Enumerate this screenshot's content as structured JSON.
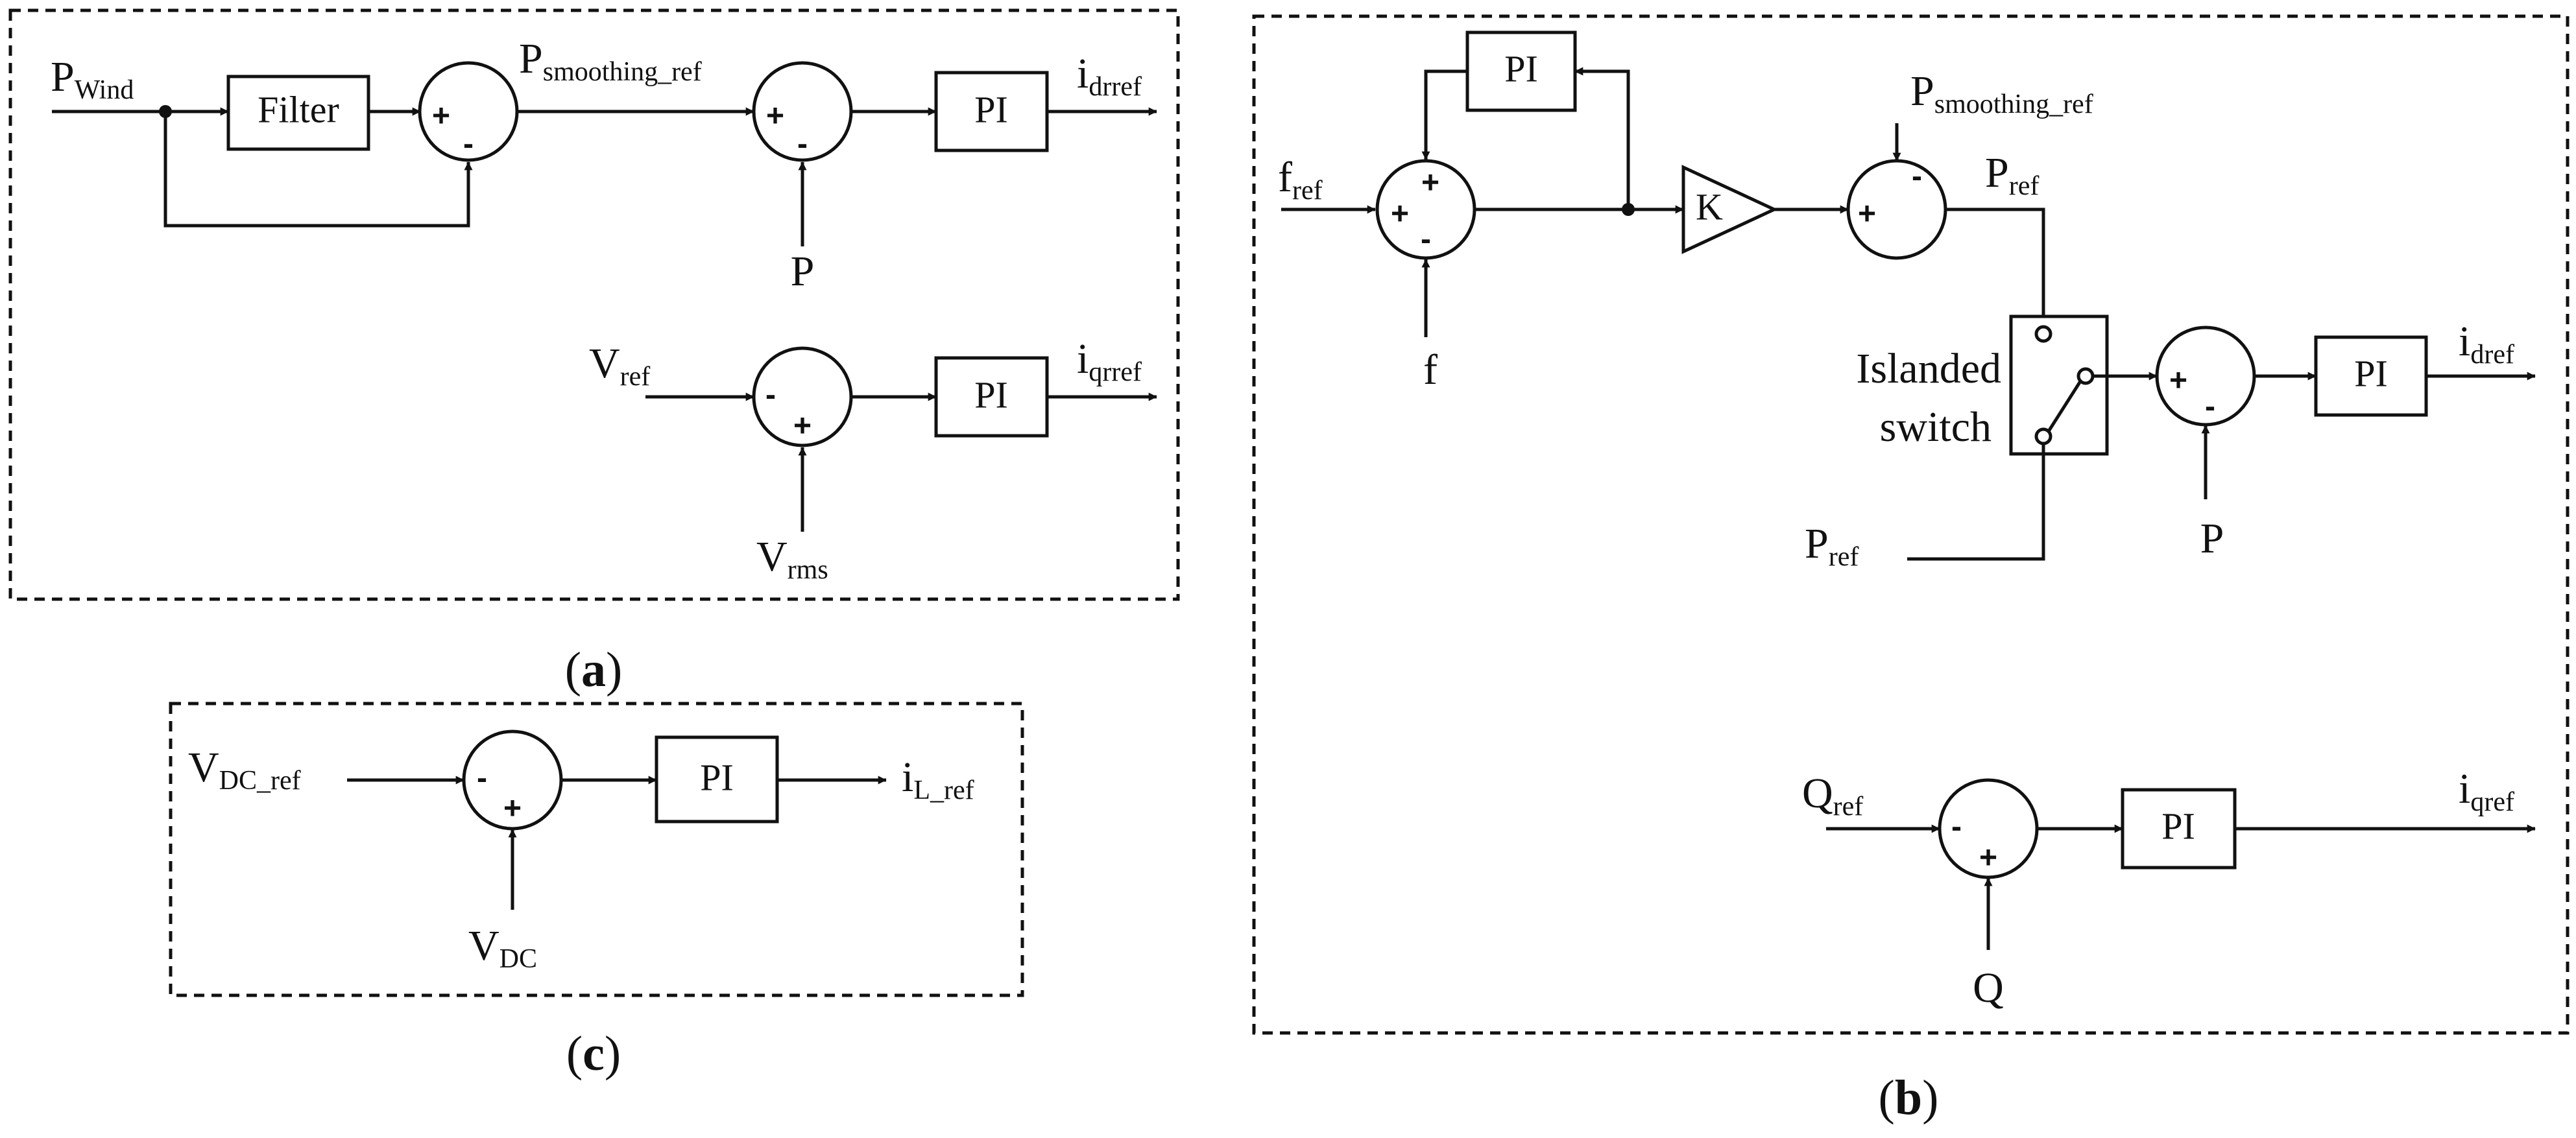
{
  "panel_a": {
    "caption": {
      "letter": "a"
    },
    "signals": {
      "p_wind": {
        "main": "P",
        "sub": "Wind"
      },
      "p_smoothing_ref": {
        "main": "P",
        "sub": "smoothing_ref"
      },
      "i_drref": {
        "main": "i",
        "sub": "drref"
      },
      "p": {
        "main": "P"
      },
      "v_ref": {
        "main": "V",
        "sub": "ref"
      },
      "i_qrref": {
        "main": "i",
        "sub": "qrref"
      },
      "v_rms": {
        "main": "V",
        "sub": "rms"
      }
    },
    "blocks": {
      "filter": "Filter",
      "pi_1": "PI",
      "pi_2": "PI"
    },
    "signs": {
      "sum1_in": "+",
      "sum1_fb": "-",
      "sum2_in": "+",
      "sum2_fb": "-",
      "sum3_in": "-",
      "sum3_fb": "+"
    }
  },
  "panel_b": {
    "caption": {
      "letter": "b"
    },
    "signals": {
      "f_ref": {
        "main": "f",
        "sub": "ref"
      },
      "f": {
        "main": "f"
      },
      "p_smoothing_ref": {
        "main": "P",
        "sub": "smoothing_ref"
      },
      "p_ref_top": {
        "main": "P",
        "sub": "ref"
      },
      "p_ref_bottom": {
        "main": "P",
        "sub": "ref"
      },
      "i_dref": {
        "main": "i",
        "sub": "dref"
      },
      "p": {
        "main": "P"
      },
      "q_ref": {
        "main": "Q",
        "sub": "ref"
      },
      "i_qref": {
        "main": "i",
        "sub": "qref"
      },
      "q": {
        "main": "Q"
      }
    },
    "blocks": {
      "pi_loop": "PI",
      "gain": "K",
      "pi_d": "PI",
      "pi_q": "PI"
    },
    "switch_label": {
      "line1": "Islanded",
      "line2": "switch"
    },
    "signs": {
      "sumf_in": "+",
      "sumf_loop": "+",
      "sumf_fb": "-",
      "sump_in": "+",
      "sump_fb": "-",
      "sumd_in": "+",
      "sumd_fb": "-",
      "sumq_in": "-",
      "sumq_fb": "+"
    }
  },
  "panel_c": {
    "caption": {
      "letter": "c"
    },
    "signals": {
      "v_dc_ref": {
        "main": "V",
        "sub": "DC_ref"
      },
      "i_l_ref": {
        "main": "i",
        "sub": "L_ref"
      },
      "v_dc": {
        "main": "V",
        "sub": "DC"
      }
    },
    "blocks": {
      "pi": "PI"
    },
    "signs": {
      "sum_in": "-",
      "sum_fb": "+"
    }
  }
}
